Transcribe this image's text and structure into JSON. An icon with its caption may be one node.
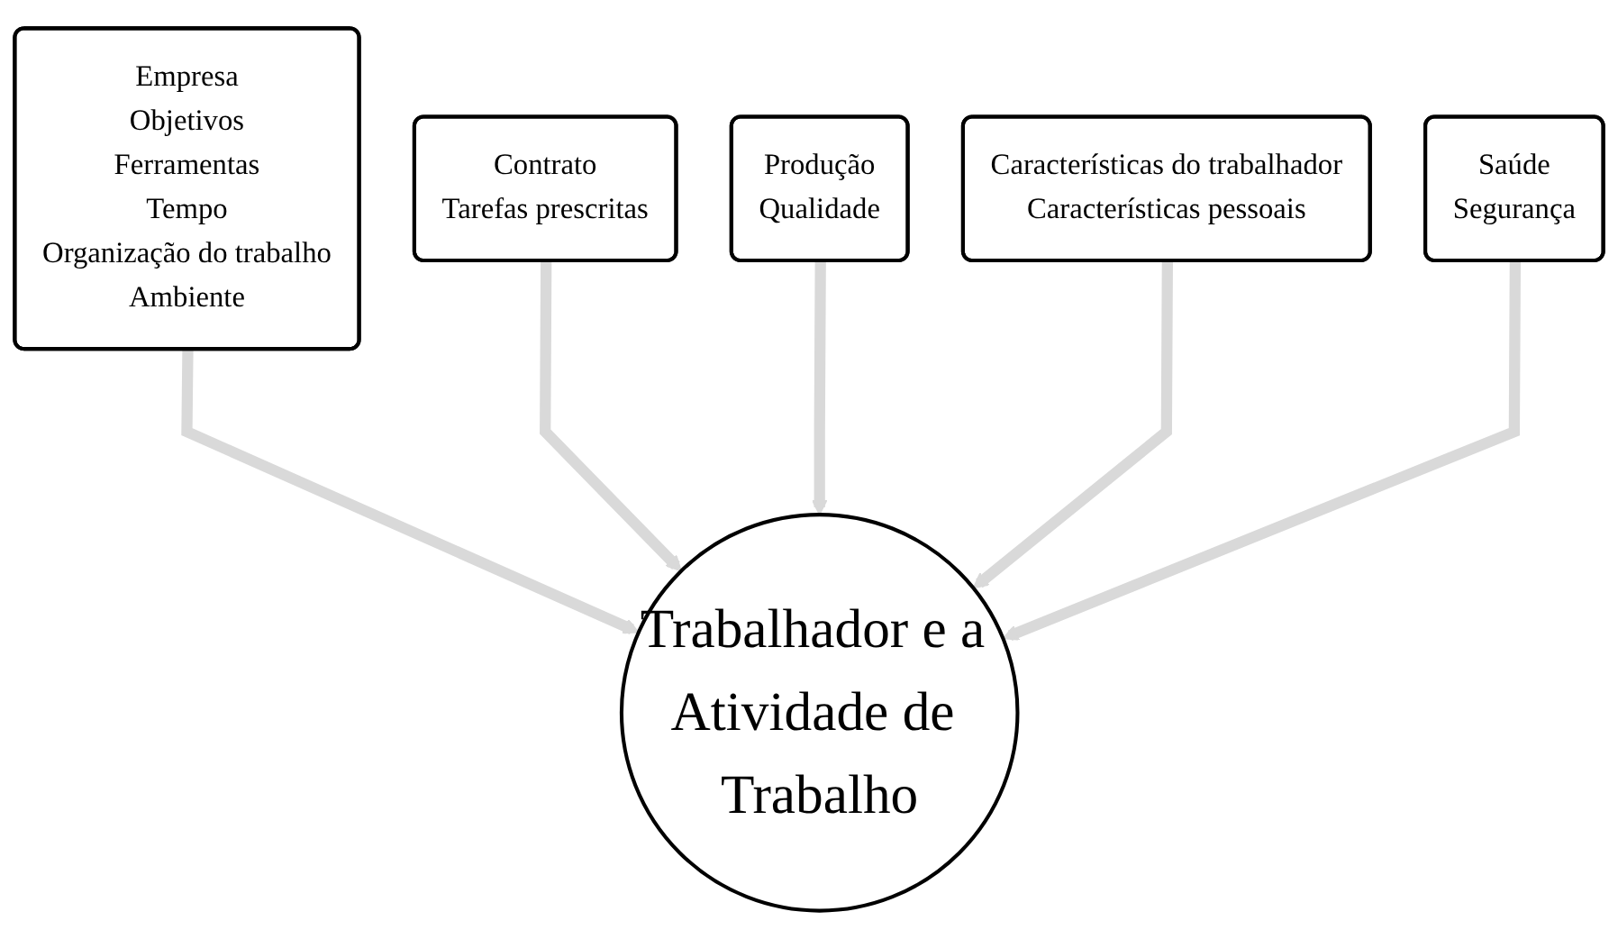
{
  "diagram": {
    "nodes": [
      {
        "text": [
          "Empresa",
          "Objetivos",
          "Ferramentas",
          "Tempo",
          "Organização do trabalho",
          "Ambiente"
        ]
      },
      {
        "text": [
          "Contrato",
          "Tarefas prescritas"
        ]
      },
      {
        "text": [
          "Produção",
          "Qualidade"
        ]
      },
      {
        "text": [
          "Características do trabalhador",
          "Características pessoais"
        ]
      },
      {
        "text": [
          "Trabalhador e a Atividade de Trabalho"
        ]
      },
      {
        "text": [
          "Saúde",
          "Segurança"
        ]
      }
    ],
    "edges": [
      {
        "from": 0,
        "to": 4,
        "arrow": "to"
      },
      {
        "from": 1,
        "to": 4,
        "arrow": "to"
      },
      {
        "from": 2,
        "to": 4,
        "arrow": "to"
      },
      {
        "from": 3,
        "to": 4,
        "arrow": "to"
      },
      {
        "from": 5,
        "to": 4,
        "arrow": "to"
      }
    ]
  }
}
